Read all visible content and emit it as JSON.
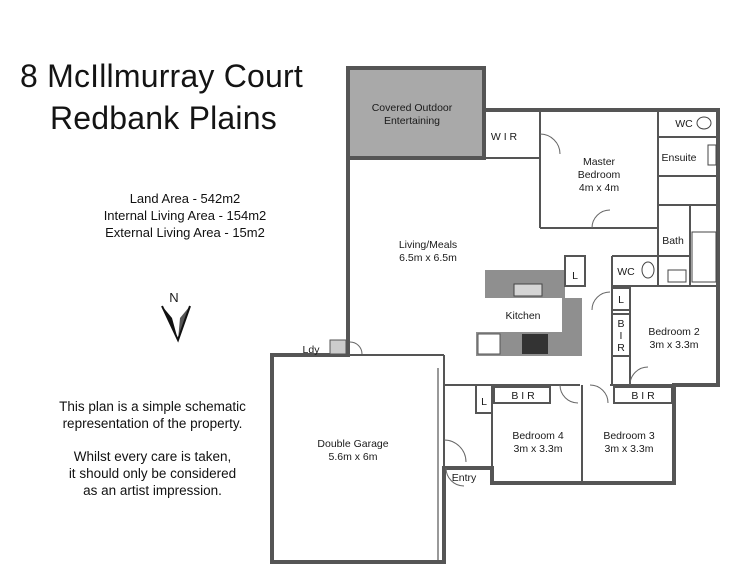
{
  "title": {
    "line1": "8 McIllmurray Court",
    "line2": "Redbank Plains"
  },
  "areas": {
    "land": "Land Area - 542m2",
    "internal": "Internal Living Area - 154m2",
    "external": "External Living Area - 15m2"
  },
  "compass": {
    "label": "N"
  },
  "disclaimer": {
    "line1": "This plan is a simple schematic",
    "line2": "representation of the property.",
    "line3": "Whilst every care is taken,",
    "line4": "it should only be considered",
    "line5": "as an artist impression."
  },
  "rooms": {
    "outdoor": {
      "name1": "Covered Outdoor",
      "name2": "Entertaining"
    },
    "wir": "W I R",
    "master": {
      "name1": "Master",
      "name2": "Bedroom",
      "size": "4m x 4m"
    },
    "wc_top": "WC",
    "ensuite": "Ensuite",
    "living": {
      "name": "Living/Meals",
      "size": "6.5m x 6.5m"
    },
    "bath": "Bath",
    "wc_mid": "WC",
    "l1": "L",
    "l2": "L",
    "l3": "L",
    "kitchen": "Kitchen",
    "bir_vertical": [
      "B",
      "I",
      "R"
    ],
    "bed2": {
      "name": "Bedroom 2",
      "size": "3m x 3.3m"
    },
    "ldy": "Ldy",
    "garage": {
      "name": "Double Garage",
      "size": "5.6m x 6m"
    },
    "bir4": "B I R",
    "bir3": "B I R",
    "bed4": {
      "name": "Bedroom 4",
      "size": "3m x 3.3m"
    },
    "bed3": {
      "name": "Bedroom 3",
      "size": "3m x 3.3m"
    },
    "entry": "Entry"
  },
  "colors": {
    "wall": "#555555",
    "outdoor_fill": "#a9a9a9",
    "bench": "#8f8f8f",
    "background": "#ffffff"
  }
}
